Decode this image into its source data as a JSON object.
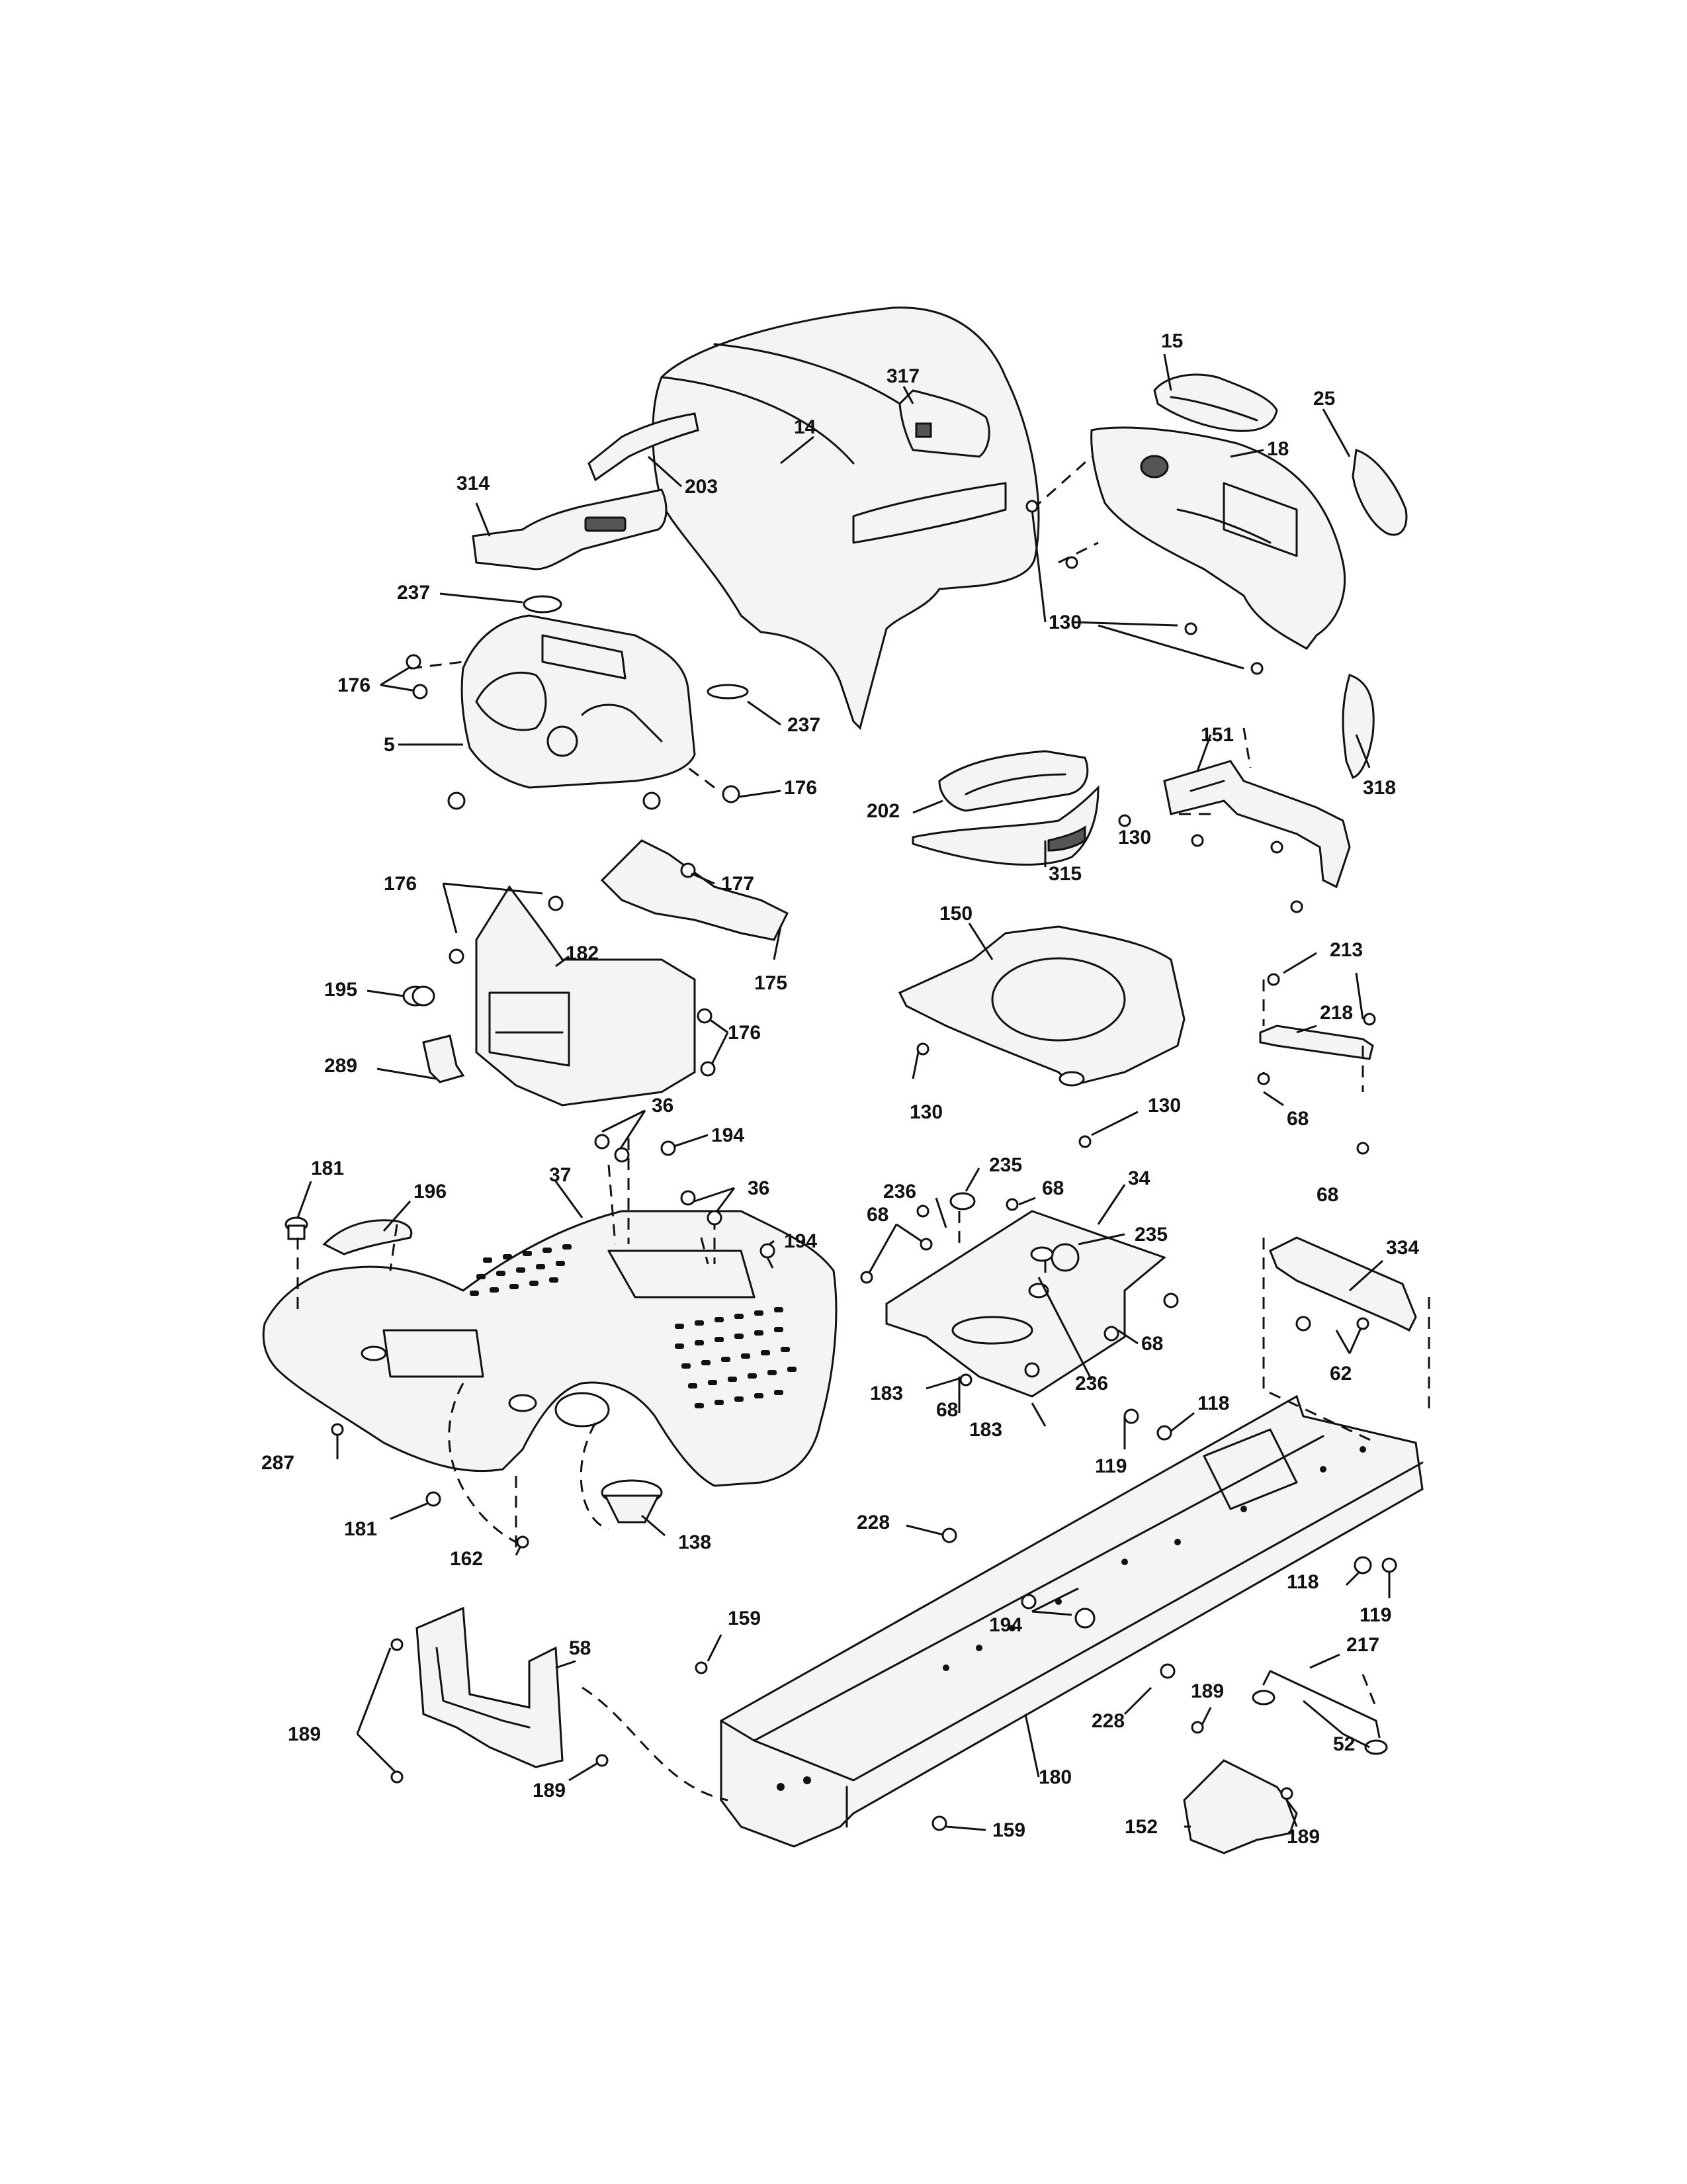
{
  "callouts": [
    {
      "id": "c-15",
      "text": "15"
    },
    {
      "id": "c-317",
      "text": "317"
    },
    {
      "id": "c-25",
      "text": "25"
    },
    {
      "id": "c-18",
      "text": "18"
    },
    {
      "id": "c-14",
      "text": "14"
    },
    {
      "id": "c-314",
      "text": "314"
    },
    {
      "id": "c-203",
      "text": "203"
    },
    {
      "id": "c-237a",
      "text": "237"
    },
    {
      "id": "c-176a",
      "text": "176"
    },
    {
      "id": "c-5",
      "text": "5"
    },
    {
      "id": "c-237b",
      "text": "237"
    },
    {
      "id": "c-130a",
      "text": "130"
    },
    {
      "id": "c-176b",
      "text": "176"
    },
    {
      "id": "c-318",
      "text": "318"
    },
    {
      "id": "c-151",
      "text": "151"
    },
    {
      "id": "c-202",
      "text": "202"
    },
    {
      "id": "c-176c",
      "text": "176"
    },
    {
      "id": "c-177",
      "text": "177"
    },
    {
      "id": "c-130b",
      "text": "130"
    },
    {
      "id": "c-315",
      "text": "315"
    },
    {
      "id": "c-182",
      "text": "182"
    },
    {
      "id": "c-175",
      "text": "175"
    },
    {
      "id": "c-150",
      "text": "150"
    },
    {
      "id": "c-195",
      "text": "195"
    },
    {
      "id": "c-176d",
      "text": "176"
    },
    {
      "id": "c-213",
      "text": "213"
    },
    {
      "id": "c-218",
      "text": "218"
    },
    {
      "id": "c-289",
      "text": "289"
    },
    {
      "id": "c-130c",
      "text": "130"
    },
    {
      "id": "c-130d",
      "text": "130"
    },
    {
      "id": "c-68a",
      "text": "68"
    },
    {
      "id": "c-36a",
      "text": "36"
    },
    {
      "id": "c-194a",
      "text": "194"
    },
    {
      "id": "c-181a",
      "text": "181"
    },
    {
      "id": "c-196",
      "text": "196"
    },
    {
      "id": "c-37",
      "text": "37"
    },
    {
      "id": "c-36b",
      "text": "36"
    },
    {
      "id": "c-235a",
      "text": "235"
    },
    {
      "id": "c-236a",
      "text": "236"
    },
    {
      "id": "c-68b",
      "text": "68"
    },
    {
      "id": "c-34",
      "text": "34"
    },
    {
      "id": "c-68c",
      "text": "68"
    },
    {
      "id": "c-68d",
      "text": "68"
    },
    {
      "id": "c-194b",
      "text": "194"
    },
    {
      "id": "c-235b",
      "text": "235"
    },
    {
      "id": "c-334",
      "text": "334"
    },
    {
      "id": "c-68e",
      "text": "68"
    },
    {
      "id": "c-62",
      "text": "62"
    },
    {
      "id": "c-183a",
      "text": "183"
    },
    {
      "id": "c-68f",
      "text": "68"
    },
    {
      "id": "c-236b",
      "text": "236"
    },
    {
      "id": "c-183b",
      "text": "183"
    },
    {
      "id": "c-118a",
      "text": "118"
    },
    {
      "id": "c-287",
      "text": "287"
    },
    {
      "id": "c-119a",
      "text": "119"
    },
    {
      "id": "c-181b",
      "text": "181"
    },
    {
      "id": "c-162",
      "text": "162"
    },
    {
      "id": "c-138",
      "text": "138"
    },
    {
      "id": "c-228a",
      "text": "228"
    },
    {
      "id": "c-118b",
      "text": "118"
    },
    {
      "id": "c-119b",
      "text": "119"
    },
    {
      "id": "c-194c",
      "text": "194"
    },
    {
      "id": "c-159a",
      "text": "159"
    },
    {
      "id": "c-58",
      "text": "58"
    },
    {
      "id": "c-217",
      "text": "217"
    },
    {
      "id": "c-189a",
      "text": "189"
    },
    {
      "id": "c-228b",
      "text": "228"
    },
    {
      "id": "c-189b",
      "text": "189"
    },
    {
      "id": "c-52",
      "text": "52"
    },
    {
      "id": "c-189c",
      "text": "189"
    },
    {
      "id": "c-180",
      "text": "180"
    },
    {
      "id": "c-159b",
      "text": "159"
    },
    {
      "id": "c-152",
      "text": "152"
    },
    {
      "id": "c-189d",
      "text": "189"
    }
  ]
}
